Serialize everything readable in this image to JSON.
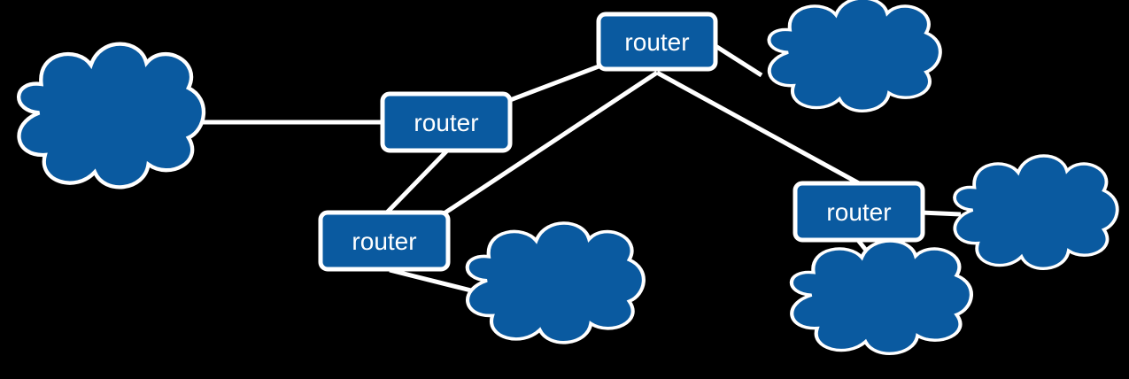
{
  "colors": {
    "background": "#000000",
    "node_fill": "#0a5aa0",
    "stroke": "#ffffff"
  },
  "routers": [
    {
      "id": "r_top",
      "label": "router"
    },
    {
      "id": "r_mid",
      "label": "router"
    },
    {
      "id": "r_low",
      "label": "router"
    },
    {
      "id": "r_right",
      "label": "router"
    }
  ],
  "clouds": [
    {
      "id": "c_left"
    },
    {
      "id": "c_top_right"
    },
    {
      "id": "c_bottom_mid"
    },
    {
      "id": "c_right"
    },
    {
      "id": "c_bottom_right"
    }
  ],
  "links": [
    [
      "r_top",
      "r_mid"
    ],
    [
      "r_top",
      "r_low"
    ],
    [
      "r_top",
      "r_right"
    ],
    [
      "r_top",
      "c_top_right"
    ],
    [
      "r_mid",
      "r_low"
    ],
    [
      "r_mid",
      "c_left"
    ],
    [
      "r_low",
      "c_bottom_mid"
    ],
    [
      "r_right",
      "c_right"
    ],
    [
      "r_right",
      "c_bottom_right"
    ]
  ]
}
